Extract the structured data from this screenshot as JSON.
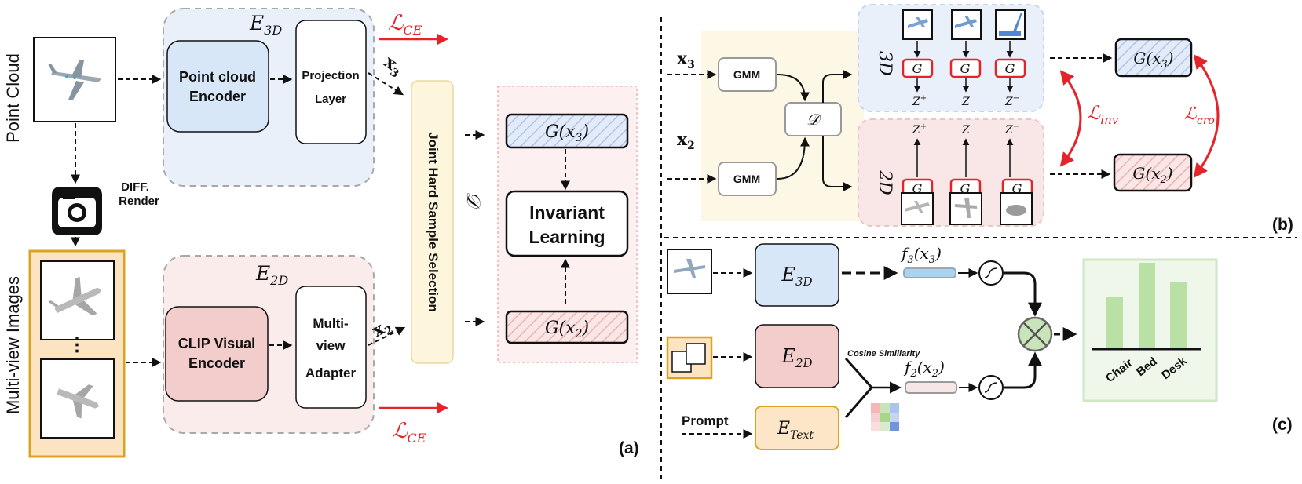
{
  "panel_a": {
    "side_point_cloud": "Point Cloud",
    "side_multiview": "Multi-view Images",
    "diff_render_1": "DIFF.",
    "diff_render_2": "Render",
    "ellipsis": "⋮",
    "e3d_label": "E",
    "e3d_sub": "3D",
    "pc_encoder_1": "Point cloud",
    "pc_encoder_2": "Encoder",
    "proj_1": "Projection",
    "proj_2": "Layer",
    "e2d_label": "E",
    "e2d_sub": "2D",
    "clip_1": "CLIP Visual",
    "clip_2": "Encoder",
    "mv_1": "Multi-",
    "mv_2": "view",
    "mv_3": "Adapter",
    "loss_ce": "ℒ",
    "loss_ce_sub": "CE",
    "x3": "x",
    "x3_sub": "3",
    "x2": "x",
    "x2_sub": "2",
    "joint": "Joint Hard Sample Selection",
    "d_symbol": "𝒟",
    "g_x3": "G(x",
    "g_x3_sub": "3",
    "g_x2": "G(x",
    "g_x2_sub": "2",
    "invariant_1": "Invariant",
    "invariant_2": "Learning",
    "tag": "(a)"
  },
  "panel_b": {
    "x3": "x",
    "x3_sub": "3",
    "x2": "x",
    "x2_sub": "2",
    "gmm": "GMM",
    "d_symbol": "𝒟",
    "label_3d": "3D",
    "label_2d": "2D",
    "g": "G",
    "z_plus": "Z",
    "z_plus_sup": "+",
    "z": "Z",
    "z_minus": "Z",
    "z_minus_sup": "−",
    "g_x3": "G(x",
    "g_x3_sub": "3",
    "g_x2": "G(x",
    "g_x2_sub": "2",
    "l_inv": "ℒ",
    "l_inv_sub": "inv",
    "l_cro": "ℒ",
    "l_cro_sub": "cro",
    "tag": "(b)"
  },
  "panel_c": {
    "e3d": "E",
    "e3d_sub": "3D",
    "e2d": "E",
    "e2d_sub": "2D",
    "etext": "E",
    "etext_sub": "Text",
    "prompt": "Prompt",
    "f3": "f",
    "f3_sub": "3",
    "f3_arg": "(x",
    "f3_arg_sub": "3",
    "f2": "f",
    "f2_sub": "2",
    "f2_arg": "(x",
    "f2_arg_sub": "2",
    "cosine": "Cosine Similiarity",
    "categories": [
      "Chair",
      "Bed",
      "Desk"
    ],
    "bar_values": [
      0.6,
      1.0,
      0.78
    ],
    "tag": "(c)"
  },
  "colors": {
    "blue_fill": "#dbe8f8",
    "pink_fill": "#f4d0d0",
    "red": "#e3242b",
    "yellow_fill": "#fdf6dc",
    "orange_border": "#d9a520",
    "green_bar": "#b9e0a5"
  }
}
